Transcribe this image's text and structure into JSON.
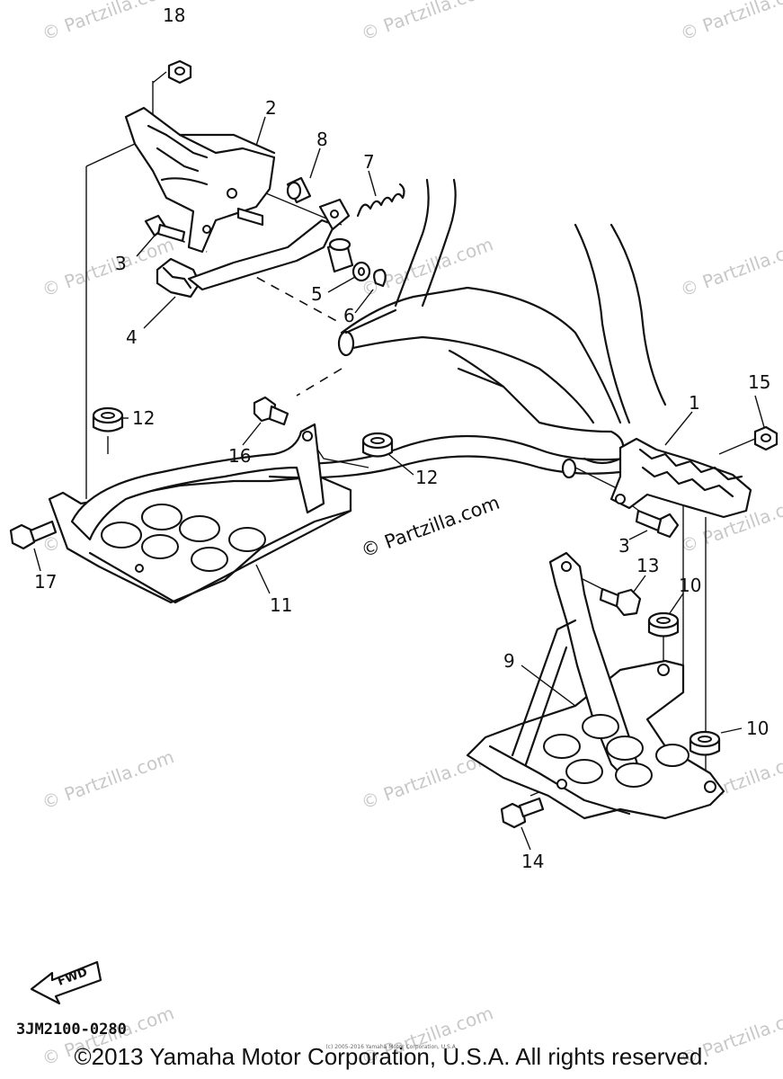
{
  "watermark": "© Partzilla.com",
  "center_watermark": "© Partzilla.com",
  "callouts": {
    "c1": "1",
    "c2": "2",
    "c3a": "3",
    "c3b": "3",
    "c4": "4",
    "c5": "5",
    "c6": "6",
    "c7": "7",
    "c8": "8",
    "c9": "9",
    "c10a": "10",
    "c10b": "10",
    "c11": "11",
    "c12a": "12",
    "c12b": "12",
    "c13": "13",
    "c14": "14",
    "c15": "15",
    "c16": "16",
    "c17": "17",
    "c18": "18"
  },
  "fwd_label": "FWD",
  "diagram_code": "3JM2100-0280",
  "tiny_notice": "(c) 2005-2016 Yamaha Motor Corporation, U.S.A.",
  "copyright": "©2013 Yamaha Motor Corporation, U.S.A. All rights reserved."
}
